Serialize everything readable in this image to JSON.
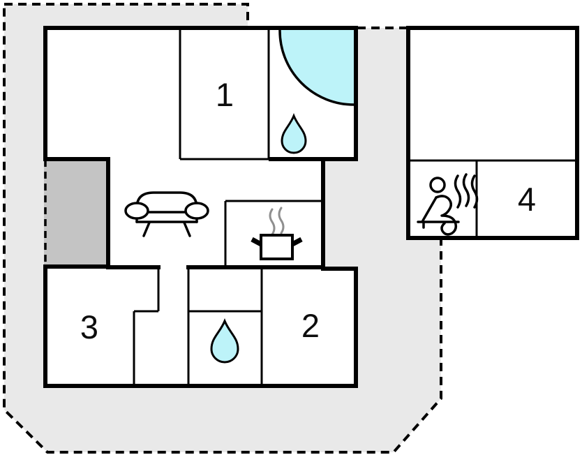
{
  "floorplan": {
    "title": "holiday-home-floor-plan",
    "rooms": [
      {
        "id": "room-1",
        "label": "1"
      },
      {
        "id": "room-2",
        "label": "2"
      },
      {
        "id": "room-3",
        "label": "3"
      },
      {
        "id": "room-4",
        "label": "4"
      }
    ],
    "icons": [
      "shower-icon",
      "water-drop-icon",
      "water-drop-icon",
      "sofa-icon",
      "cooking-pot-icon",
      "steam-icon",
      "sauna-icon"
    ],
    "colors": {
      "property_fill": "#e9e9e9",
      "terrace_fill": "#c4c4c4",
      "water_fill": "#bdf3f9",
      "wall": "#000000",
      "steam_gray": "#8f8f8f"
    }
  }
}
